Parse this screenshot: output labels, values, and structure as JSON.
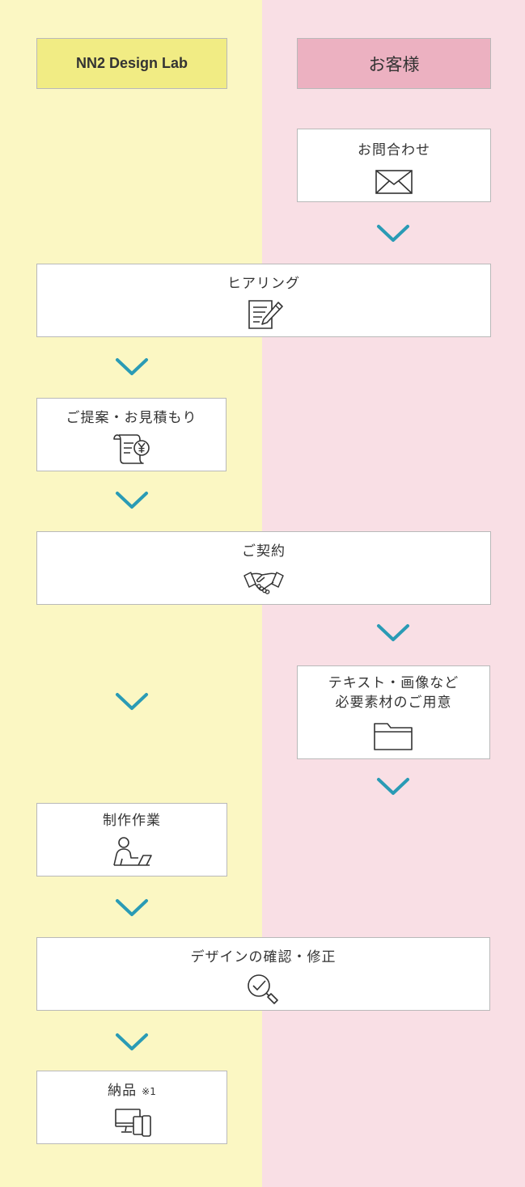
{
  "headers": {
    "company": "NN2 Design Lab",
    "customer": "お客様"
  },
  "steps": [
    {
      "label": "お問合わせ",
      "icon": "envelope-icon"
    },
    {
      "label": "ヒアリング",
      "icon": "document-pencil-icon"
    },
    {
      "label": "ご提案・お見積もり",
      "icon": "yen-receipt-icon"
    },
    {
      "label": "ご契約",
      "icon": "handshake-icon"
    },
    {
      "label_line1": "テキスト・画像など",
      "label_line2": "必要素材のご用意",
      "icon": "folder-icon"
    },
    {
      "label": "制作作業",
      "icon": "person-laptop-icon"
    },
    {
      "label": "デザインの確認・修正",
      "icon": "magnifier-check-icon"
    },
    {
      "label": "納品",
      "note": "※1",
      "icon": "devices-icon"
    }
  ],
  "colors": {
    "left_bg": "#fbf7c3",
    "right_bg": "#f9dfe5",
    "left_header": "#f1ec84",
    "right_header": "#ecb1c1",
    "arrow": "#2a9bb5"
  }
}
